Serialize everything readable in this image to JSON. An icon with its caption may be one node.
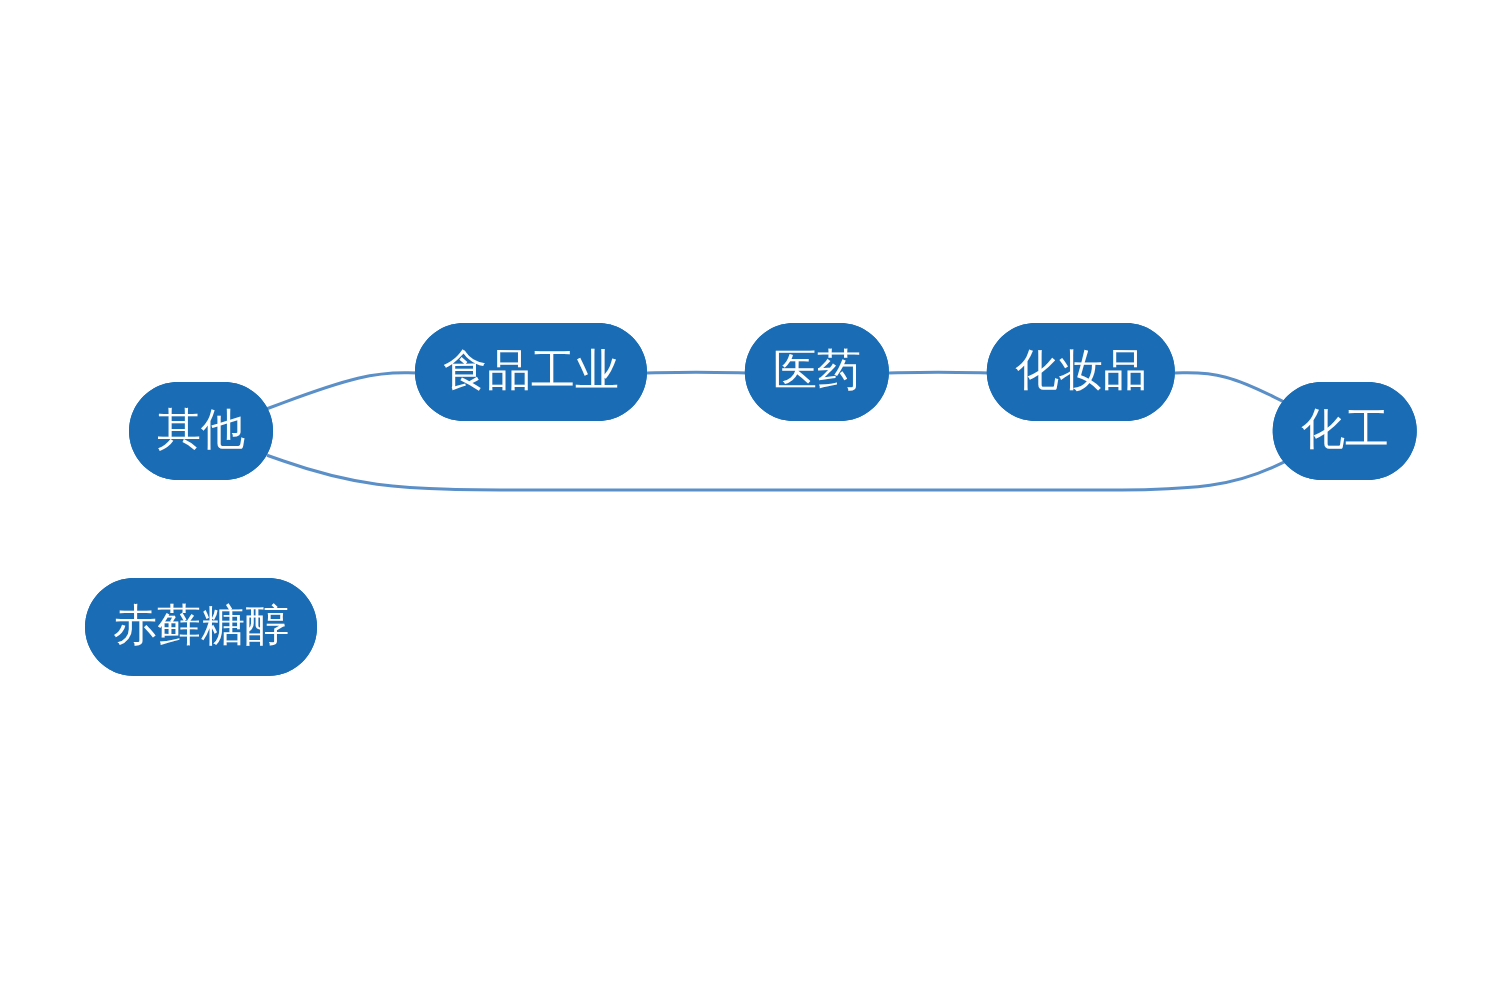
{
  "diagram": {
    "nodes": [
      {
        "text": [
          "其他"
        ]
      },
      {
        "text": [
          "化工"
        ]
      },
      {
        "text": [
          "食品工业"
        ]
      },
      {
        "text": [
          "赤藓糖醇"
        ]
      },
      {
        "text": [
          "化妆品"
        ]
      },
      {
        "text": [
          "医药"
        ]
      }
    ],
    "edges": [
      {
        "from": 0,
        "to": 2,
        "arrow": "none"
      },
      {
        "from": 2,
        "to": 5,
        "arrow": "none"
      },
      {
        "from": 5,
        "to": 4,
        "arrow": "none"
      },
      {
        "from": 4,
        "to": 1,
        "arrow": "none"
      },
      {
        "from": 1,
        "to": 0,
        "arrow": "none"
      }
    ]
  }
}
